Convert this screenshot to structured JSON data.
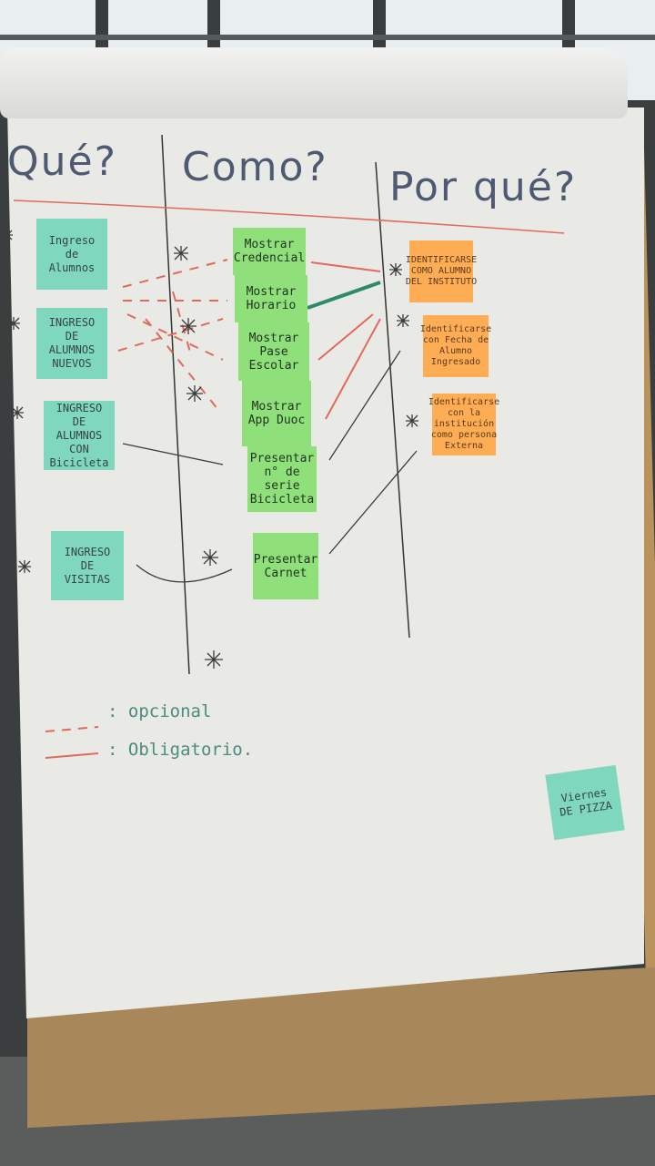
{
  "headers": {
    "que": "Qué?",
    "como": "Como?",
    "porque": "Por qué?"
  },
  "que_notes": [
    "Ingreso de Alumnos",
    "INGRESO DE ALUMNOS NUEVOS",
    "INGRESO DE ALUMNOS CON Bicicleta",
    "INGRESO DE VISITAS"
  ],
  "como_notes": [
    "Mostrar Credencial",
    "Mostrar Horario",
    "Mostrar Pase Escolar",
    "Mostrar App Duoc",
    "Presentar n° de serie Bicicleta",
    "Presentar Carnet"
  ],
  "porque_notes": [
    "IDENTIFICARSE COMO ALUMNO DEL INSTITUTO",
    "Identificarse con Fecha de Alumno Ingresado",
    "Identificarse con la institución como persona Externa"
  ],
  "legend": {
    "optional": ": opcional",
    "mandatory": ": Obligatorio."
  },
  "corner_note": "Viernes DE PIZZA",
  "colors": {
    "teal": "#7fd8bd",
    "green": "#8fe07a",
    "orange": "#ffad55",
    "arrow_red": "#e06b5c",
    "arrow_dark": "#3c3c3c",
    "marker_teal": "#2e8a6d"
  }
}
